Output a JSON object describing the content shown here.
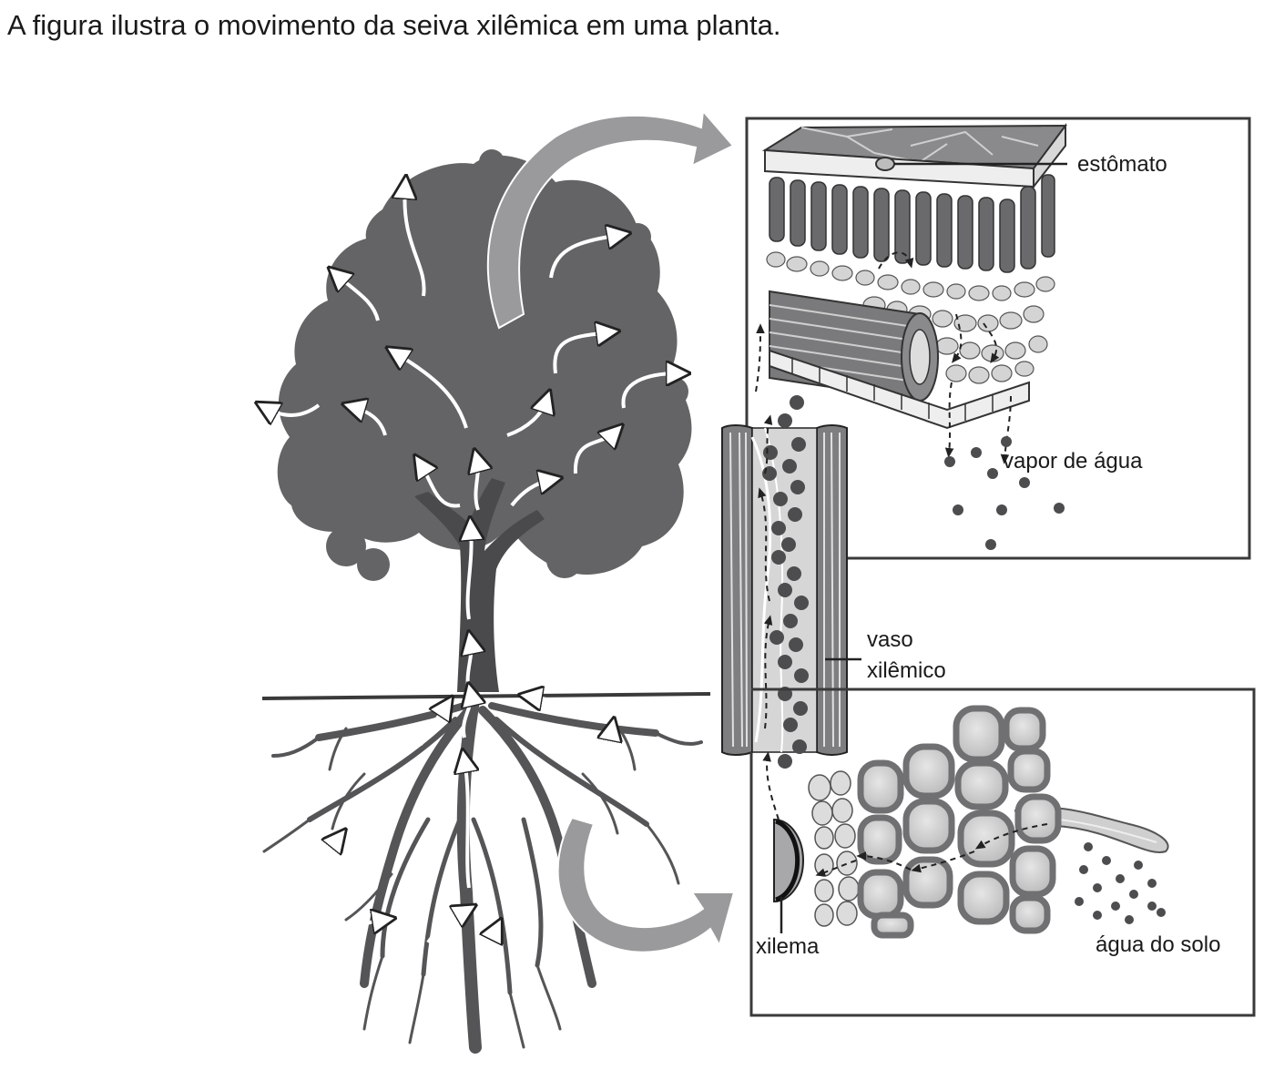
{
  "intro_text": "A figura ilustra o movimento da seiva xilêmica em uma planta.",
  "labels": {
    "stomata": "estômato",
    "water_vapor": "vapor de água",
    "xylem_vessel_line1": "vaso",
    "xylem_vessel_line2": "xilêmico",
    "xylem": "xilema",
    "soil_water": "água do solo"
  },
  "colors": {
    "canopy": "#646466",
    "trunk": "#4a4a4c",
    "roots": "#555557",
    "big_arrow": "#9a9a9c",
    "water_drop": "#4d4d4f",
    "vessel_fill": "#d6d6d6",
    "cell_fill": "#c8c8c8",
    "cell_wall": "#707072"
  }
}
